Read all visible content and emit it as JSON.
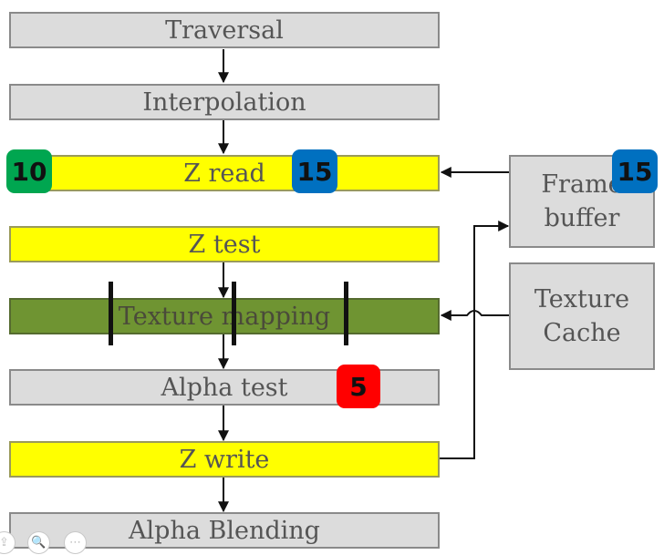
{
  "stages": {
    "traversal": "Traversal",
    "interpolation": "Interpolation",
    "z_read": "Z read",
    "z_test": "Z test",
    "texture_mapping": "Texture mapping",
    "alpha_test": "Alpha test",
    "z_write": "Z write",
    "alpha_blending": "Alpha Blending"
  },
  "side_units": {
    "frame_buffer": {
      "line1": "Frame",
      "line2": "buffer"
    },
    "texture_cache": {
      "line1": "Texture",
      "line2": "Cache"
    }
  },
  "badges": {
    "z_read_left": {
      "value": "10",
      "color": "#00a650"
    },
    "z_read_right": {
      "value": "15",
      "color": "#0070c0"
    },
    "frame_buffer": {
      "value": "15",
      "color": "#0070c0"
    },
    "alpha_test": {
      "value": "5",
      "color": "#ff0000"
    }
  },
  "colors": {
    "stage_gray": "#dcdcdc",
    "stage_yellow": "#ffff00",
    "stage_green": "#6f9432"
  },
  "controls": {
    "first": "⇪",
    "zoom": "🔍",
    "more": "⋯"
  }
}
